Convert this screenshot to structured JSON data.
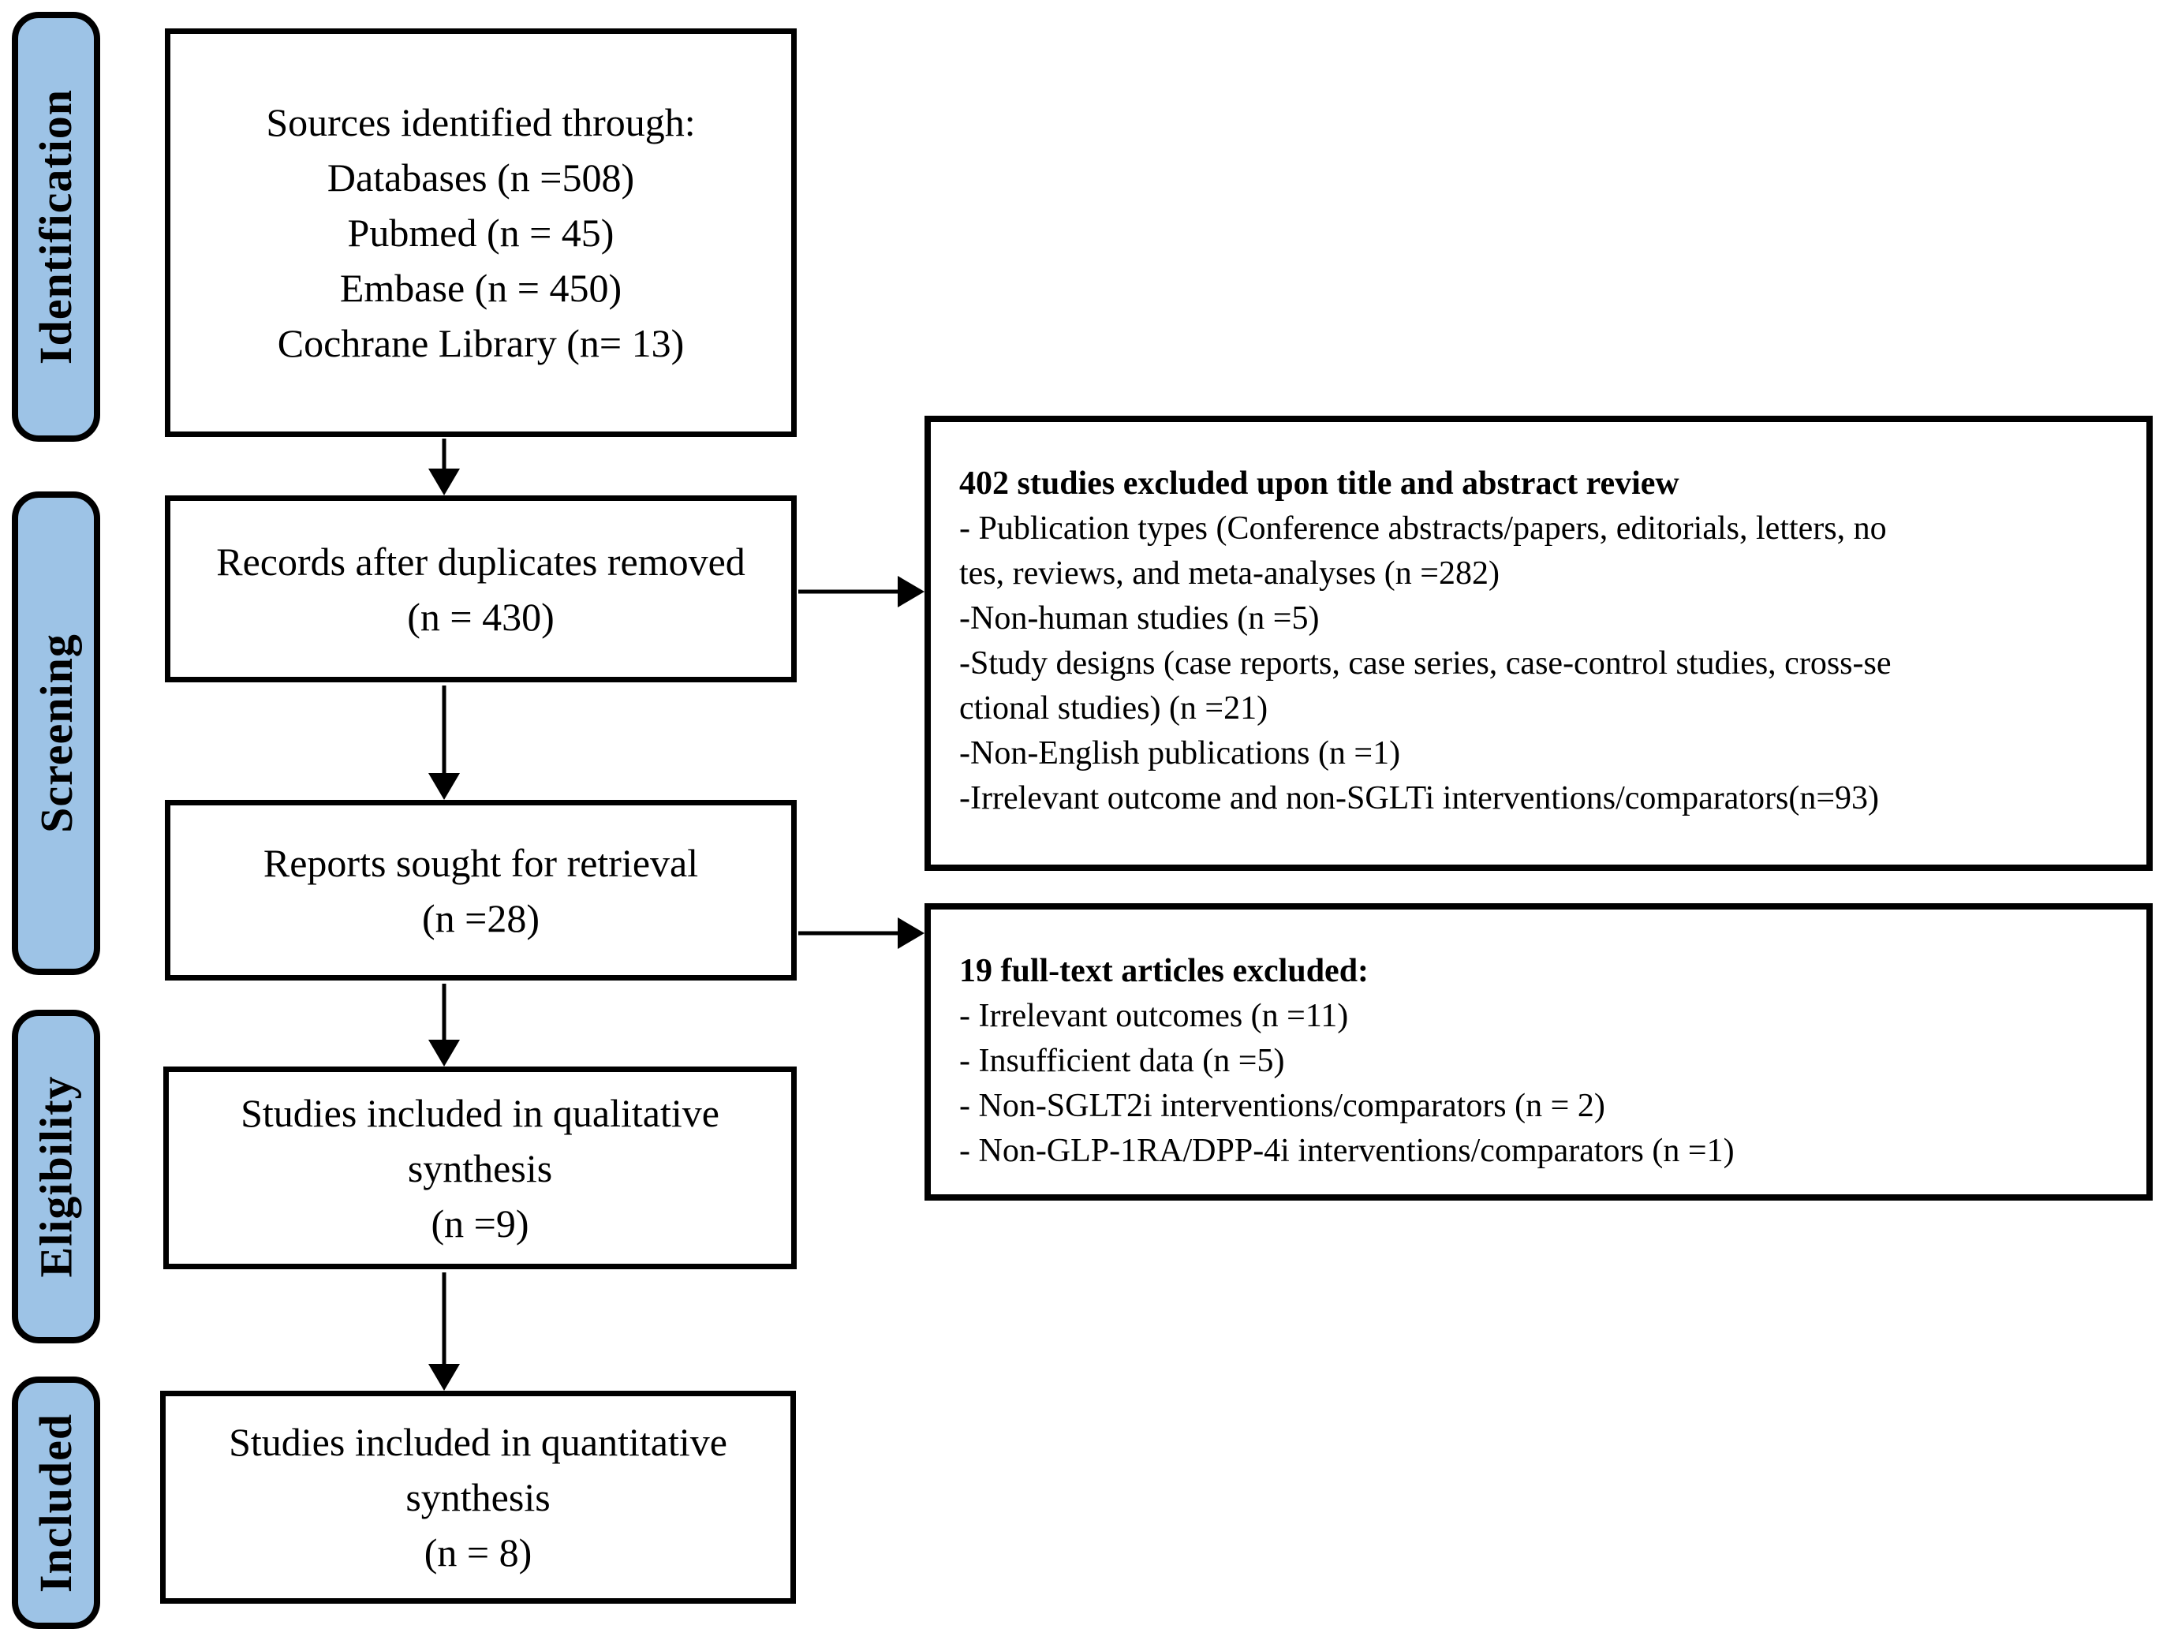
{
  "figure": {
    "colors": {
      "stage_fill": "#9dc3e6",
      "stage_border": "#000000",
      "box_border": "#000000",
      "background": "#ffffff",
      "text": "#000000"
    },
    "stages": [
      {
        "label": "Identification"
      },
      {
        "label": "Screening"
      },
      {
        "label": "Eligibility"
      },
      {
        "label": "Included"
      }
    ],
    "flow_boxes": [
      {
        "text": "Sources identified through:\nDatabases (n =508)\nPubmed (n = 45)\nEmbase (n = 450)\nCochrane Library (n= 13)"
      },
      {
        "text": "Records after duplicates removed\n(n = 430)"
      },
      {
        "text": "Reports sought for retrieval\n(n =28)"
      },
      {
        "text": "Studies included in qualitative\nsynthesis\n(n =9)"
      },
      {
        "text": "Studies included in quantitative\nsynthesis\n(n = 8)"
      }
    ],
    "exclusion_boxes": [
      {
        "title": "402 studies excluded upon title and abstract review",
        "body": "- Publication types (Conference abstracts/papers, editorials, letters, no\ntes, reviews, and meta-analyses (n =282)\n-Non-human studies (n =5)\n-Study designs (case reports, case series, case-control studies, cross-se\nctional studies) (n =21)\n-Non-English publications (n =1)\n-Irrelevant outcome and non-SGLTi interventions/comparators(n=93)"
      },
      {
        "title": "19 full-text articles excluded:",
        "body": "- Irrelevant outcomes (n =11)\n- Insufficient data (n =5)\n- Non-SGLT2i interventions/comparators (n = 2)\n- Non-GLP-1RA/DPP-4i interventions/comparators (n =1)"
      }
    ]
  }
}
